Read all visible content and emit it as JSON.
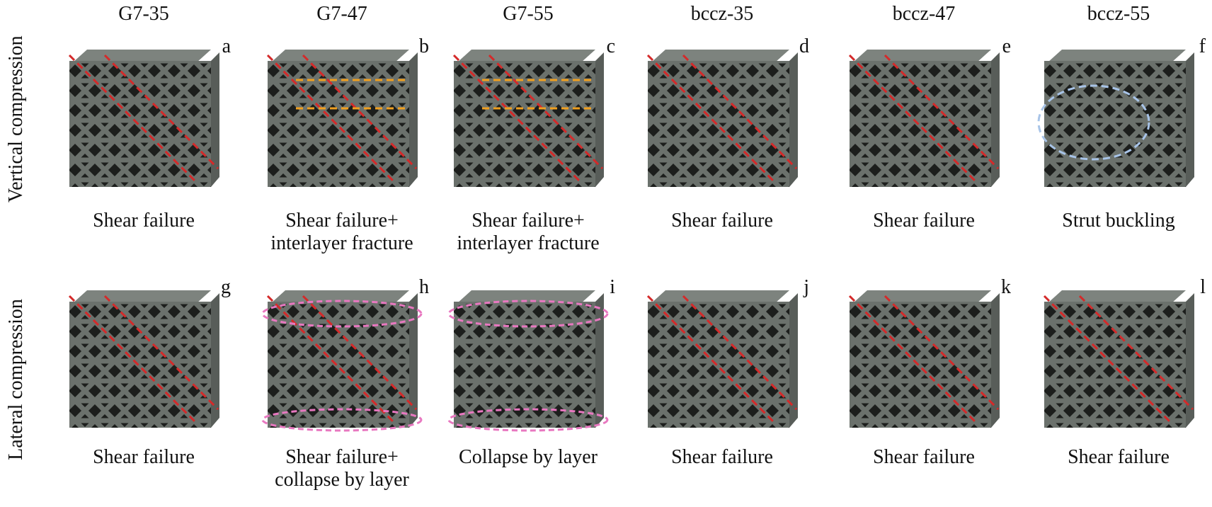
{
  "columns": [
    "G7-35",
    "G7-47",
    "G7-55",
    "bccz-35",
    "bccz-47",
    "bccz-55"
  ],
  "row_labels": [
    "Vertical compression",
    "Lateral compression"
  ],
  "colors": {
    "shear_line": "#d42a2a",
    "interlayer_line": "#f0a020",
    "collapse_ellipse": "#e878c0",
    "buckling_ellipse": "#a8c4e8",
    "lattice": "#6b716c",
    "lattice_dark": "#1c1e1c"
  },
  "panels": [
    {
      "letter": "a",
      "caption": [
        "Shear failure"
      ],
      "marker": "shear"
    },
    {
      "letter": "b",
      "caption": [
        "Shear failure+",
        "interlayer fracture"
      ],
      "marker": "interlayer"
    },
    {
      "letter": "c",
      "caption": [
        "Shear failure+",
        "interlayer fracture"
      ],
      "marker": "interlayer"
    },
    {
      "letter": "d",
      "caption": [
        "Shear failure"
      ],
      "marker": "shear"
    },
    {
      "letter": "e",
      "caption": [
        "Shear failure"
      ],
      "marker": "shear"
    },
    {
      "letter": "f",
      "caption": [
        "Strut buckling"
      ],
      "marker": "buckling"
    },
    {
      "letter": "g",
      "caption": [
        "Shear failure"
      ],
      "marker": "shear"
    },
    {
      "letter": "h",
      "caption": [
        "Shear failure+",
        "collapse by layer"
      ],
      "marker": "collapse"
    },
    {
      "letter": "i",
      "caption": [
        "Collapse by layer"
      ],
      "marker": "collapse-only"
    },
    {
      "letter": "j",
      "caption": [
        "Shear failure"
      ],
      "marker": "shear"
    },
    {
      "letter": "k",
      "caption": [
        "Shear failure"
      ],
      "marker": "shear"
    },
    {
      "letter": "l",
      "caption": [
        "Shear failure"
      ],
      "marker": "shear"
    }
  ]
}
